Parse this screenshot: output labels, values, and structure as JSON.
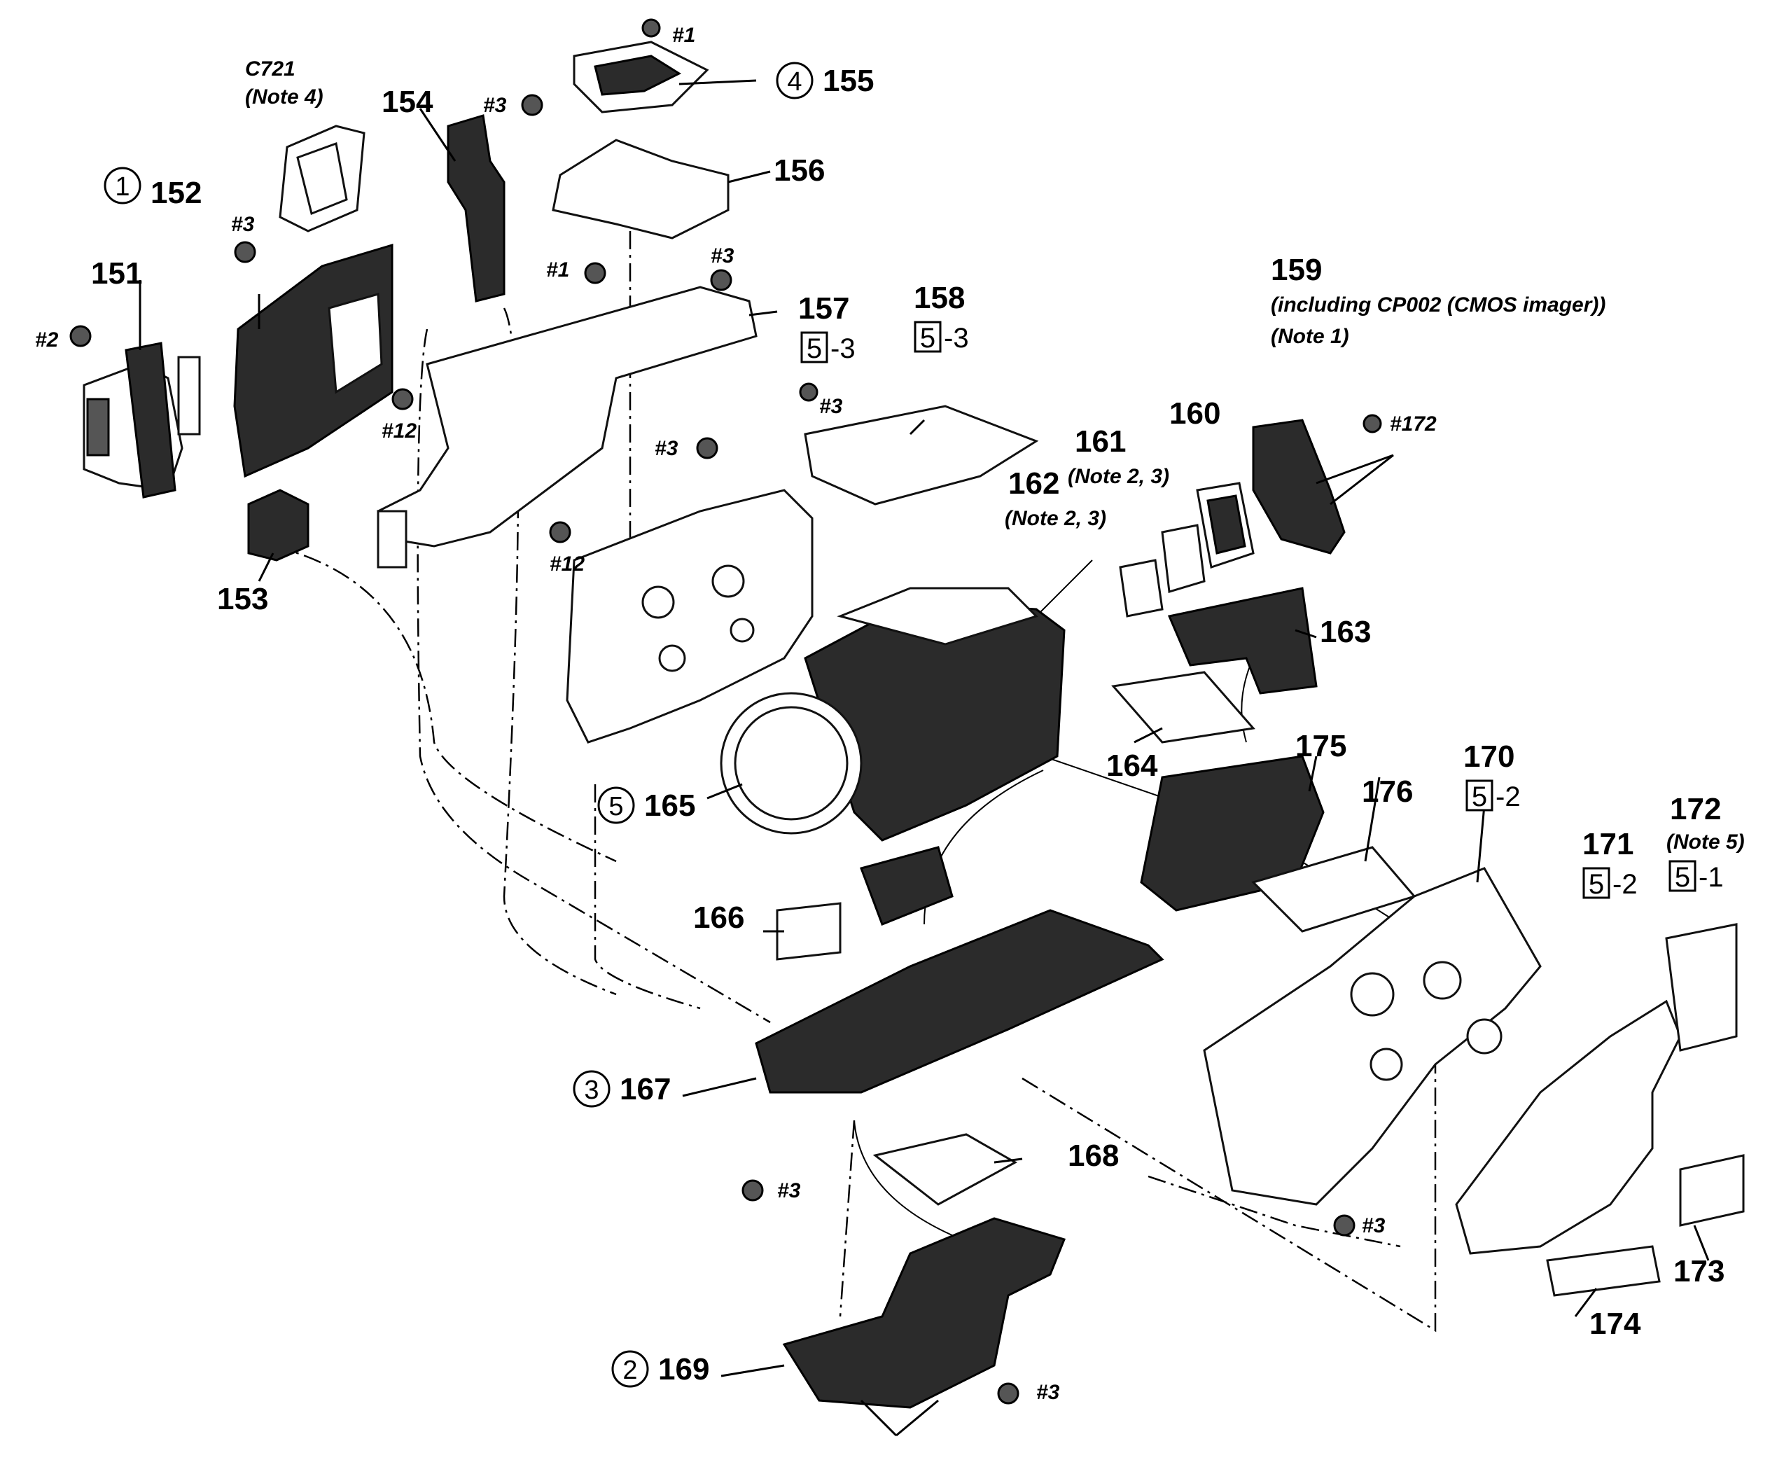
{
  "labels": {
    "c721": "C721",
    "c721_note": "(Note 4)",
    "p151": "151",
    "p152": "152",
    "p153": "153",
    "p154": "154",
    "p155": "155",
    "p156": "156",
    "p157": "157",
    "p158": "158",
    "p159": "159",
    "p159_note1": "(including CP002 (CMOS imager))",
    "p159_note2": "(Note 1)",
    "p160": "160",
    "p161": "161",
    "p161_note": "(Note 2, 3)",
    "p162": "162",
    "p162_note": "(Note 2, 3)",
    "p163": "163",
    "p164": "164",
    "p165": "165",
    "p166": "166",
    "p167": "167",
    "p168": "168",
    "p169": "169",
    "p170": "170",
    "p171": "171",
    "p172": "172",
    "p172_note": "(Note 5)",
    "p173": "173",
    "p174": "174",
    "p175": "175",
    "p176": "176"
  },
  "screws": {
    "s1a": "#1",
    "s1b": "#1",
    "s2": "#2",
    "s3a": "#3",
    "s3b": "#3",
    "s3c": "#3",
    "s3d": "#3",
    "s3e": "#3",
    "s3f": "#3",
    "s3g": "#3",
    "s3h": "#3",
    "s12a": "#12",
    "s12b": "#12",
    "s172": "#172"
  },
  "circled": {
    "c1": "1",
    "c2": "2",
    "c3": "3",
    "c4": "4",
    "c5": "5"
  },
  "boxed": {
    "b157": "5",
    "b157_sfx": "-3",
    "b158": "5",
    "b158_sfx": "-3",
    "b170": "5",
    "b170_sfx": "-2",
    "b171": "5",
    "b171_sfx": "-2",
    "b172": "5",
    "b172_sfx": "-1"
  }
}
